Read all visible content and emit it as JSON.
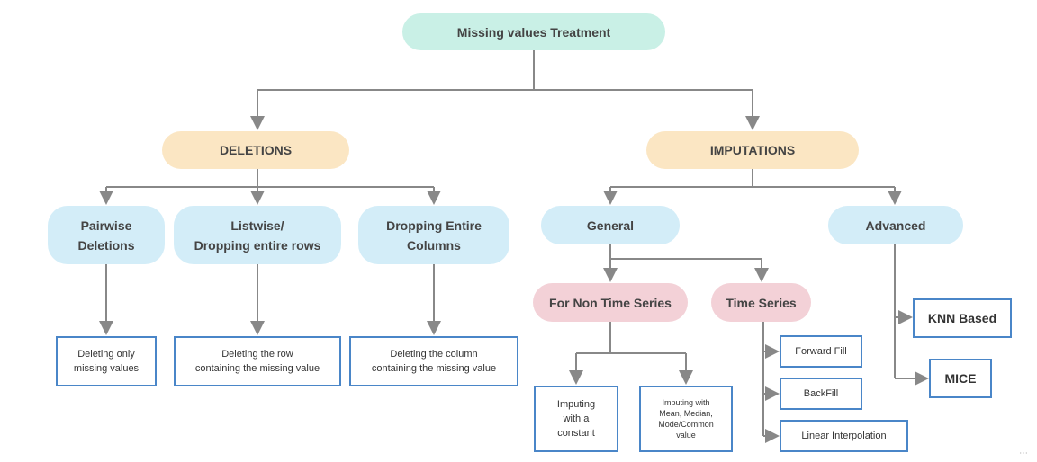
{
  "root": "Missing values Treatment",
  "deletions": {
    "label": "DELETIONS",
    "children": [
      {
        "label": "Pairwise\nDeletions",
        "note": "Deleting only\nmissing values"
      },
      {
        "label": "Listwise/\nDropping entire rows",
        "note": "Deleting the row\ncontaining the missing value"
      },
      {
        "label": "Dropping Entire\nColumns",
        "note": "Deleting the column\ncontaining the missing value"
      }
    ]
  },
  "imputations": {
    "label": "IMPUTATIONS",
    "general": {
      "label": "General",
      "non_time_series": {
        "label": "For Non Time Series",
        "methods": [
          "Imputing\nwith a\nconstant",
          "Imputing with\nMean, Median,\nMode/Common\nvalue"
        ]
      },
      "time_series": {
        "label": "Time Series",
        "methods": [
          "Forward Fill",
          "BackFill",
          "Linear Interpolation"
        ]
      }
    },
    "advanced": {
      "label": "Advanced",
      "methods": [
        "KNN Based",
        "MICE"
      ]
    }
  },
  "colors": {
    "root": "#c9f0e6",
    "level1": "#fbe6c3",
    "level2": "#d3edf8",
    "level3": "#f3d1d7",
    "box_border": "#4a86c8",
    "connector": "#888888"
  }
}
